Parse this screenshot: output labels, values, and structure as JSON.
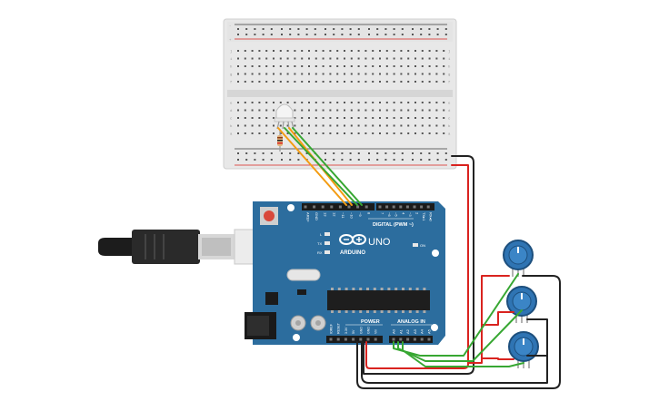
{
  "colors": {
    "board": "#2c6d9e",
    "board_dark": "#1f5478",
    "breadboard": "#e6e6e6",
    "wire_red": "#d9231f",
    "wire_black": "#222222",
    "wire_green": "#37a732",
    "wire_orange": "#f39c12",
    "pot_blue": "#2f74b3"
  },
  "arduino": {
    "brand": "ARDUINO",
    "model": "UNO",
    "digital_header": "DIGITAL (PWM ~)",
    "analog_header": "ANALOG IN",
    "power_header": "POWER",
    "on_label": "ON",
    "led_l": "L",
    "led_tx": "TX",
    "led_rx": "RX",
    "top_pins": [
      "AREF",
      "GND",
      "13",
      "12",
      "~11",
      "~10",
      "~9",
      "8",
      "7",
      "~6",
      "~5",
      "4",
      "~3",
      "2",
      "TX▸1",
      "RX◂0"
    ],
    "power_pins": [
      "IOREF",
      "RESET",
      "3.3V",
      "5V",
      "GND",
      "GND",
      "Vin"
    ],
    "analog_pins": [
      "A0",
      "A1",
      "A2",
      "A3",
      "A4",
      "A5"
    ]
  },
  "breadboard": {
    "rail_minus": "-",
    "rail_plus": "+",
    "rows_top": [
      "j",
      "i",
      "h",
      "g",
      "f"
    ],
    "rows_bottom": [
      "e",
      "d",
      "c",
      "b",
      "a"
    ]
  },
  "icons": {
    "usb": "usb-cable-icon",
    "potentiometer": "potentiometer-icon",
    "led": "rgb-led-icon",
    "resistor": "resistor-icon"
  }
}
